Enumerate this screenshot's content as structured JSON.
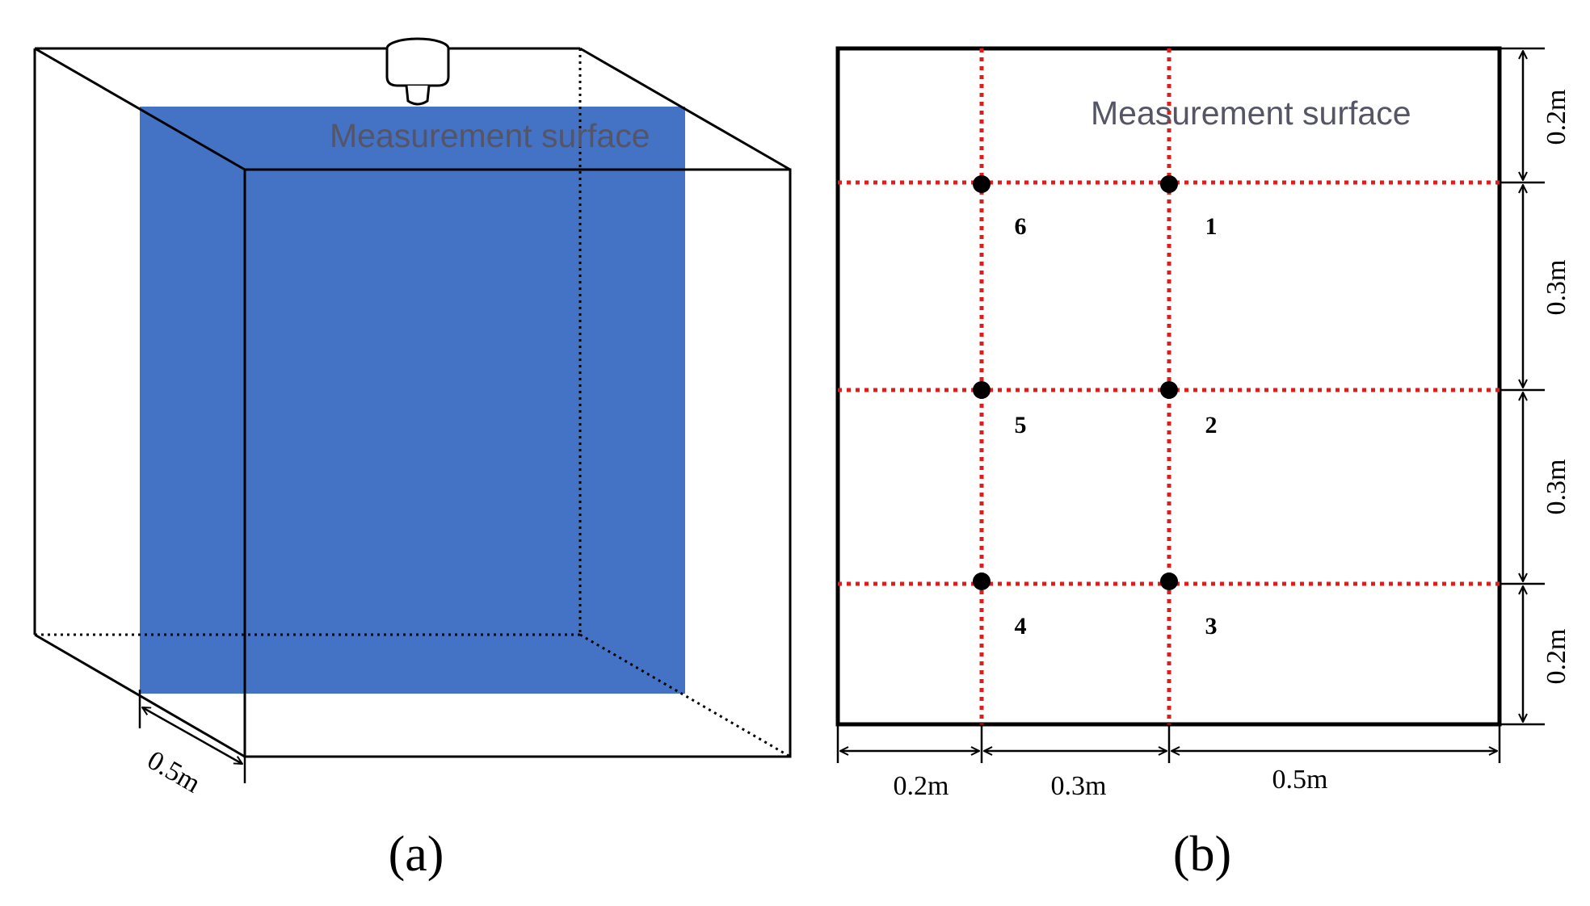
{
  "colors": {
    "surface_fill": "#4472C4",
    "surface_label": "#555566",
    "grid_line": "#E31B1B",
    "point": "#000000",
    "frame": "#000000"
  },
  "icons": {
    "sensor": "sensor-icon"
  },
  "panel_a": {
    "surface_label": "Measurement surface",
    "depth_dim": "0.5m",
    "caption": "(a)"
  },
  "panel_b": {
    "surface_label": "Measurement surface",
    "points": [
      "1",
      "2",
      "3",
      "4",
      "5",
      "6"
    ],
    "dim_bottom": [
      "0.2m",
      "0.3m",
      "0.5m"
    ],
    "dim_right": [
      "0.2m",
      "0.3m",
      "0.3m",
      "0.2m"
    ],
    "caption": "(b)"
  }
}
